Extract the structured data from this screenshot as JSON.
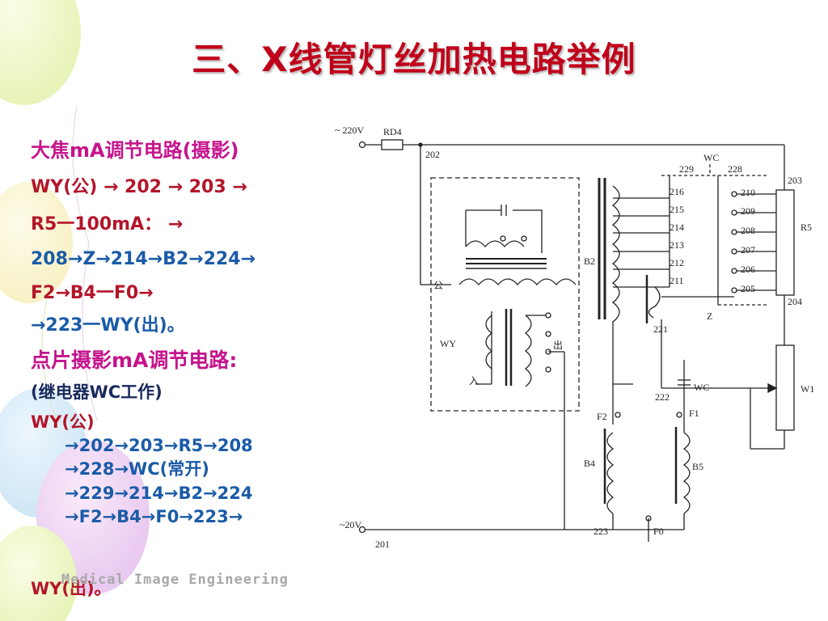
{
  "title": "三、X线管灯丝加热电路举例",
  "text": {
    "line1": "大焦mA调节电路(摄影)",
    "line2": "WY(公) → 202 → 203 →",
    "line3": "R5一100mA：  →",
    "line4": "208→Z→214→B2→224→",
    "line5": "F2→B4一F0→",
    "line6": "→223一WY(出)。",
    "line7": "点片摄影mA调节电路:",
    "line8": "(继电器WC工作)",
    "line9": "WY(公)",
    "line10": "→202→203→R5→208",
    "line11": "→228→WC(常开)",
    "line12": "→229→214→B2→224",
    "line13": "→F2→B4→F0→223→",
    "line14": "WY(出)。"
  },
  "footer": "Medical Image  Engineering",
  "diagram": {
    "labels": {
      "v220": "~ 220V",
      "rd4": "RD4",
      "n202": "202",
      "wc": "WC",
      "n229": "229",
      "n228": "228",
      "n203": "203",
      "n216": "216",
      "n215": "215",
      "n214": "214",
      "n213": "213",
      "n212": "212",
      "n211": "211",
      "n210": "210",
      "n209": "209",
      "n208": "208",
      "n207": "207",
      "n206": "206",
      "n205": "205",
      "r5": "R5",
      "n204": "204",
      "b2": "B2",
      "z": "Z",
      "n221": "221",
      "gong": "公",
      "wy": "WY",
      "chu": "出",
      "ru": "入",
      "wc2": "WC",
      "n222": "222",
      "w1": "W1",
      "f2": "F2",
      "f1": "F1",
      "b4": "B4",
      "b5": "B5",
      "v20": "~20V",
      "n201": "201",
      "n223": "223",
      "f0": "F0"
    }
  },
  "colors": {
    "title": "#c0001a",
    "magenta": "#c4148c",
    "blue": "#1a5ba7",
    "red": "#b3152a"
  }
}
